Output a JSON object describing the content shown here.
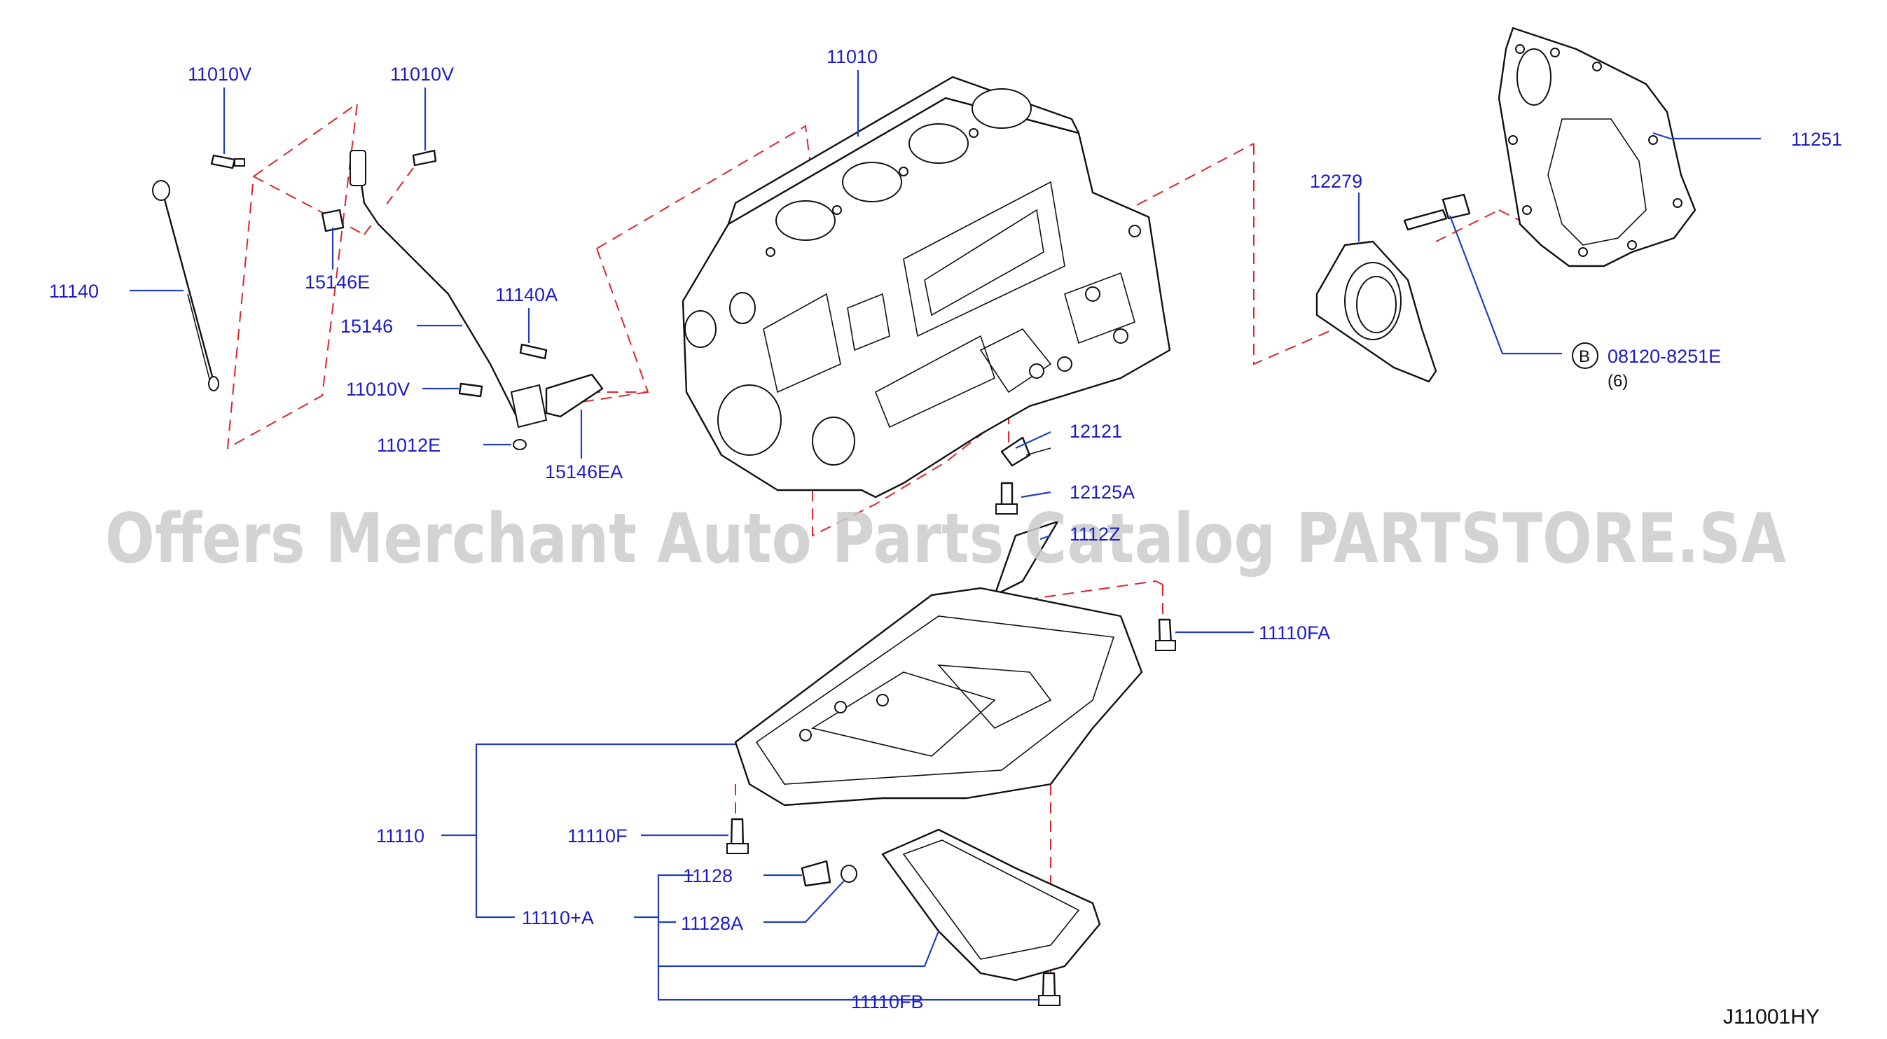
{
  "watermark": "Offers Merchant Auto Parts Catalog PARTSTORE.SA",
  "diagram_code": "J11001HY",
  "callouts": {
    "p11010v_a": "11010V",
    "p11010v_b": "11010V",
    "p11010v_c": "11010V",
    "p11140": "11140",
    "p15146e": "15146E",
    "p15146": "15146",
    "p11140a": "11140A",
    "p11012e": "11012E",
    "p15146ea": "15146EA",
    "p11010": "11010",
    "p12279": "12279",
    "p11251": "11251",
    "p12121": "12121",
    "p12125a": "12125A",
    "p1112z": "1112Z",
    "p11110fa": "11110FA",
    "p11110": "11110",
    "p11110f": "11110F",
    "p11128": "11128",
    "p11110a": "11110+A",
    "p11128a": "11128A",
    "p11110fb": "11110FB",
    "bolt_prefix": "B",
    "bolt_part": "08120-8251E",
    "bolt_qty": "(6)"
  }
}
